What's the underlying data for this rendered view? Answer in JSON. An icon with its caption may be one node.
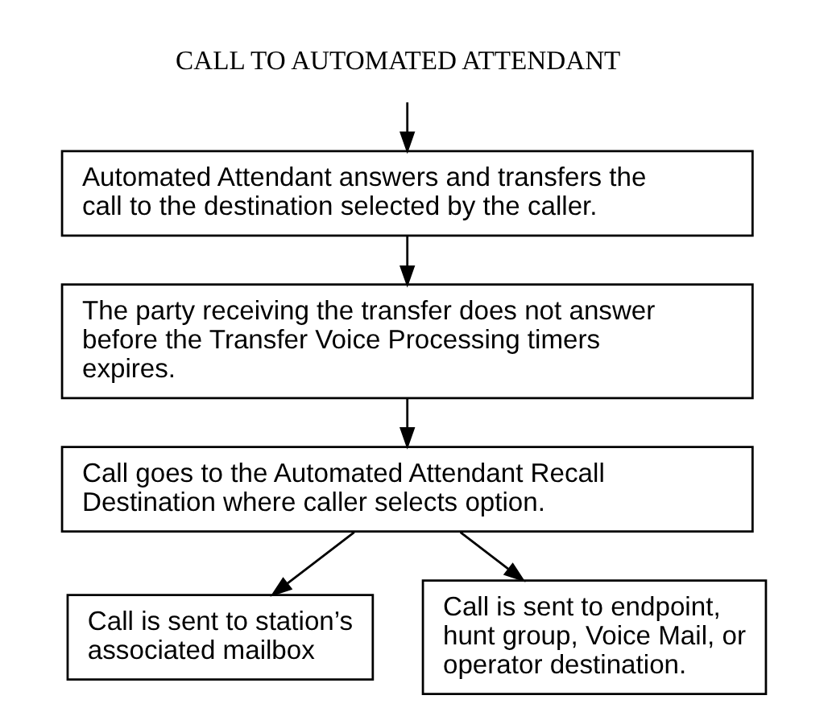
{
  "diagram": {
    "nodes": [
      {
        "text": [
          "CALL TO AUTOMATED ATTENDANT"
        ]
      },
      {
        "text": [
          "Automated Attendant answers and transfers the call to the destination selected by the caller."
        ]
      },
      {
        "text": [
          "The party receiving the transfer does not answer before the Transfer Voice Processing timers expires."
        ]
      },
      {
        "text": [
          "Call goes to the Automated Attendant Recall Destination where caller selects option."
        ]
      },
      {
        "text": [
          "Call is sent to station’s associated mailbox"
        ]
      },
      {
        "text": [
          "Call is sent to endpoint, hunt group, Voice Mail, or operator destination."
        ]
      }
    ],
    "edges": [
      {
        "from": 0,
        "to": 1,
        "arrow": "to"
      },
      {
        "from": 1,
        "to": 2,
        "arrow": "to"
      },
      {
        "from": 2,
        "to": 3,
        "arrow": "to"
      },
      {
        "from": 3,
        "to": 4,
        "arrow": "to"
      },
      {
        "from": 3,
        "to": 5,
        "arrow": "to"
      }
    ]
  }
}
